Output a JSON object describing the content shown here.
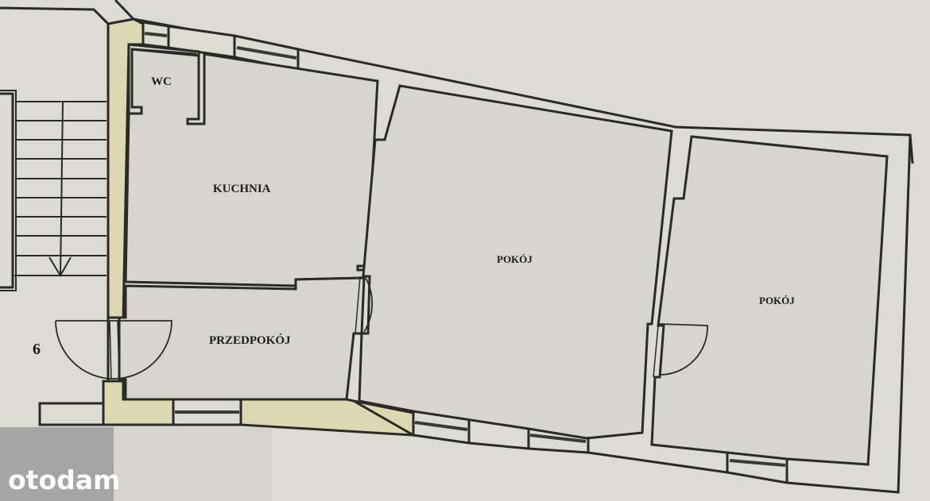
{
  "floor_plan": {
    "flat_number": "6",
    "rooms": [
      {
        "id": "wc",
        "label": "WC"
      },
      {
        "id": "kitchen",
        "label": "KUCHNIA"
      },
      {
        "id": "hallway",
        "label": "PRZEDPOKÓJ"
      },
      {
        "id": "room1",
        "label": "POKÓJ"
      },
      {
        "id": "room2",
        "label": "POKÓJ"
      }
    ],
    "staircase": {
      "direction": "down",
      "steps": 9
    },
    "colors": {
      "paper": "#dcdbd4",
      "wall_highlight": "#dcd8b2",
      "line": "#2a2a28"
    }
  },
  "watermark": {
    "text": "otodam",
    "color": "#ffffff"
  }
}
